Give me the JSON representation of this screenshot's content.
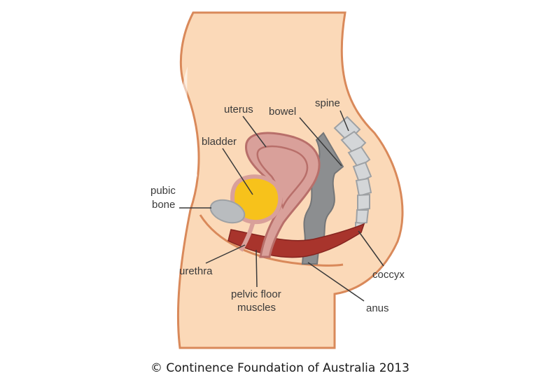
{
  "labels": {
    "uterus": "uterus",
    "bowel": "bowel",
    "spine": "spine",
    "bladder": "bladder",
    "pubic_bone_line1": "pubic",
    "pubic_bone_line2": "bone",
    "urethra": "urethra",
    "pelvic_floor_line1": "pelvic floor",
    "pelvic_floor_line2": "muscles",
    "anus": "anus",
    "coccyx": "coccyx"
  },
  "copyright": "© Continence Foundation of Australia 2013",
  "colors": {
    "skin": "#fbd9b8",
    "outline": "#d9895a",
    "uterus": "#d9a09a",
    "uterus_outline": "#b86f6a",
    "bladder": "#f7c21b",
    "bone": "#b9bcbf",
    "bowel": "#8c8e90",
    "muscle": "#a8342c"
  }
}
